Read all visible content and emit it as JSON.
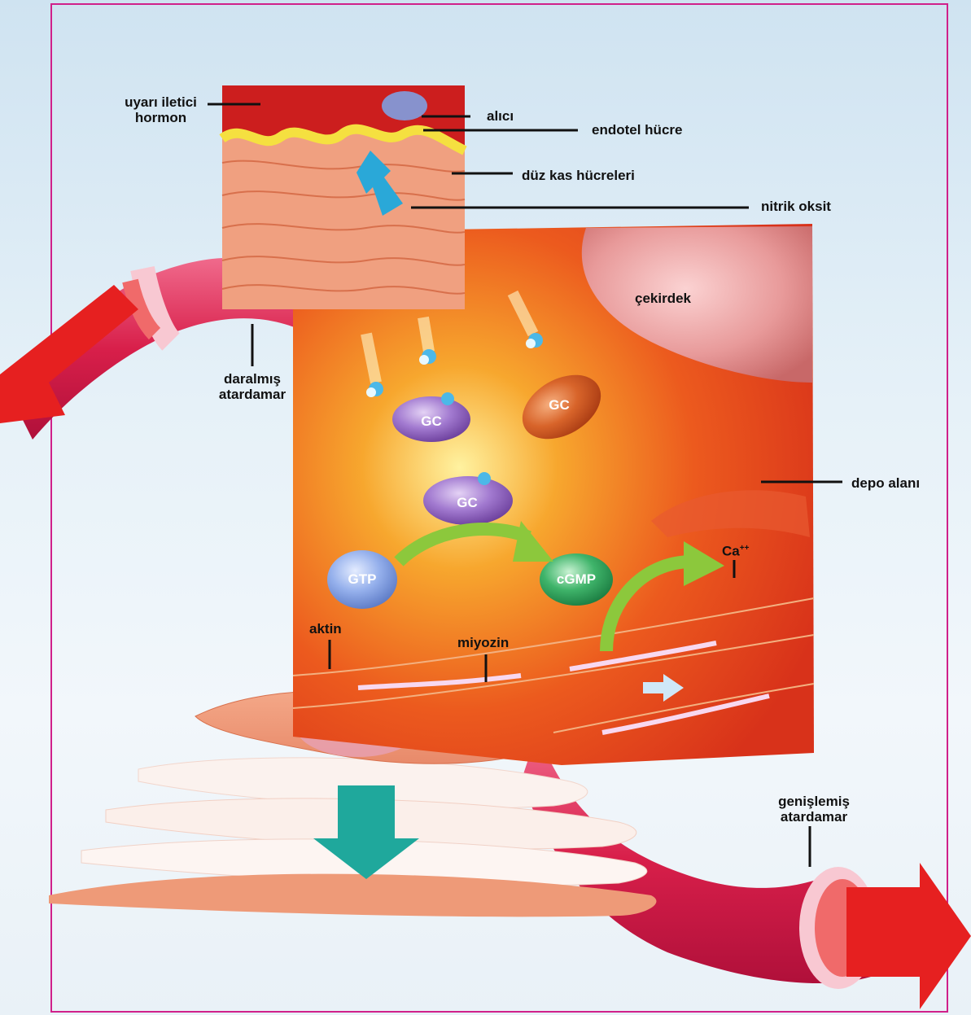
{
  "labels": {
    "hormone": "uyarı iletici\nhormon",
    "receptor": "alıcı",
    "endothelial": "endotel hücre",
    "smooth_muscle": "düz kas hücreleri",
    "nitric_oxide": "nitrik oksit",
    "nucleus": "çekirdek",
    "constricted_artery": "daralmış\natardamar",
    "storage": "depo alanı",
    "calcium": "Ca",
    "calcium_charge": "++",
    "actin": "aktin",
    "myosin": "miyozin",
    "dilated_artery": "genişlemiş\natardamar"
  },
  "molecules": {
    "gc1": "GC",
    "gc2": "GC",
    "gc3": "GC",
    "gtp": "GTP",
    "cgmp": "cGMP"
  },
  "colors": {
    "frame": "#d0208a",
    "artery": "#d81f4a",
    "cell_bg": "#e8491c",
    "gc_purple": "#8a55b8",
    "gc_orange": "#c8521e",
    "gtp": "#7f9fe0",
    "cgmp": "#2ea05a",
    "arrow_green": "#8cc83c",
    "arrow_blue": "#2aa8d8",
    "arrow_teal": "#1fa89c"
  }
}
